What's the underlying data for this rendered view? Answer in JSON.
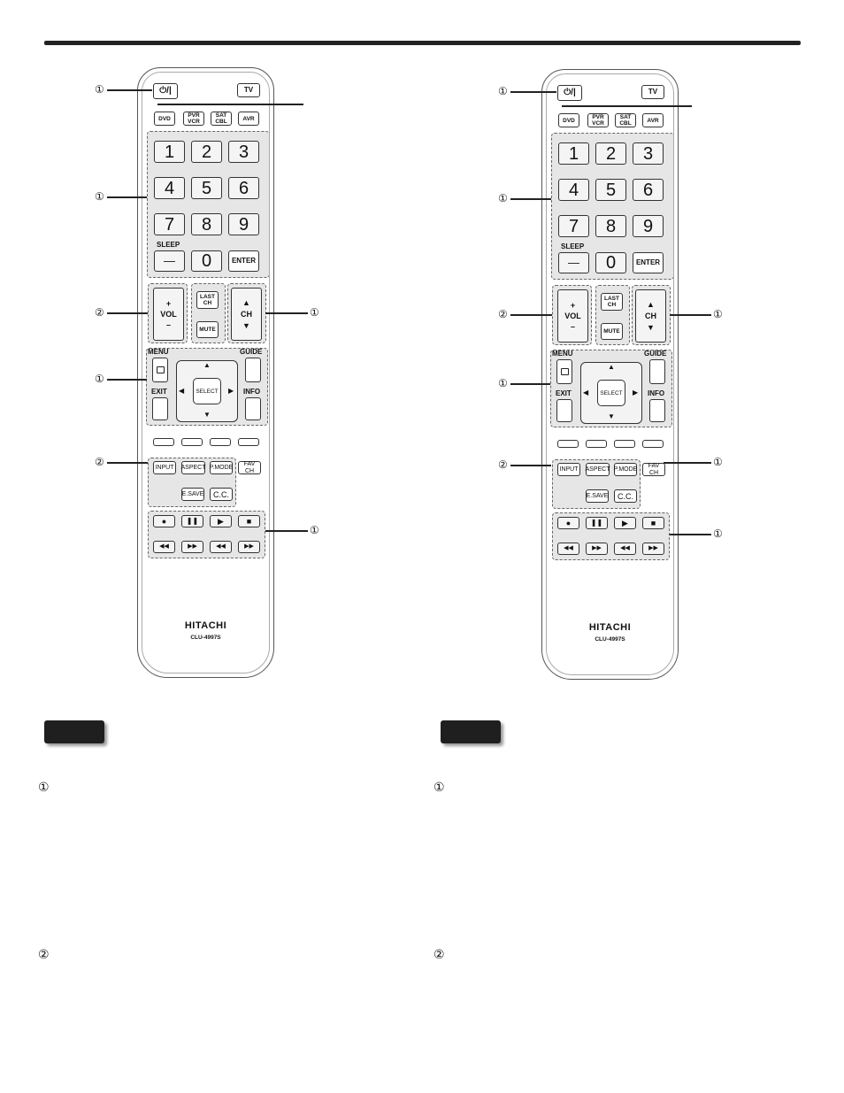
{
  "remote": {
    "power_label": "⏻/|",
    "tv_label": "TV",
    "devices": [
      "DVD",
      "PVR VCR",
      "SAT CBL",
      "AVR"
    ],
    "numbers": [
      "1",
      "2",
      "3",
      "4",
      "5",
      "6",
      "7",
      "8",
      "9"
    ],
    "sleep_label": "SLEEP",
    "dash_label": "—",
    "zero_label": "0",
    "enter_label": "ENTER",
    "vol_plus": "+",
    "vol_label": "VOL",
    "vol_minus": "–",
    "last_ch_label": "LAST CH",
    "mute_label": "MUTE",
    "ch_up": "▲",
    "ch_label": "CH",
    "ch_down": "▼",
    "menu_label": "MENU",
    "guide_label": "GUIDE",
    "exit_label": "EXIT",
    "info_label": "INFO",
    "select_label": "SELECT",
    "input_label": "INPUT",
    "aspect_label": "ASPECT",
    "pmode_label": "P.MODE",
    "favch_label": "FAV CH",
    "esave_label": "E.SAVE",
    "cc_label": "C.C.",
    "transport_row1": [
      "●",
      "❚❚",
      "▶",
      "■"
    ],
    "transport_row2": [
      "◀◀",
      "▶▶",
      "◀◀",
      "▶▶"
    ],
    "brand": "HITACHI",
    "model": "CLU-4997S"
  },
  "callouts": {
    "one": "①",
    "two": "②"
  }
}
